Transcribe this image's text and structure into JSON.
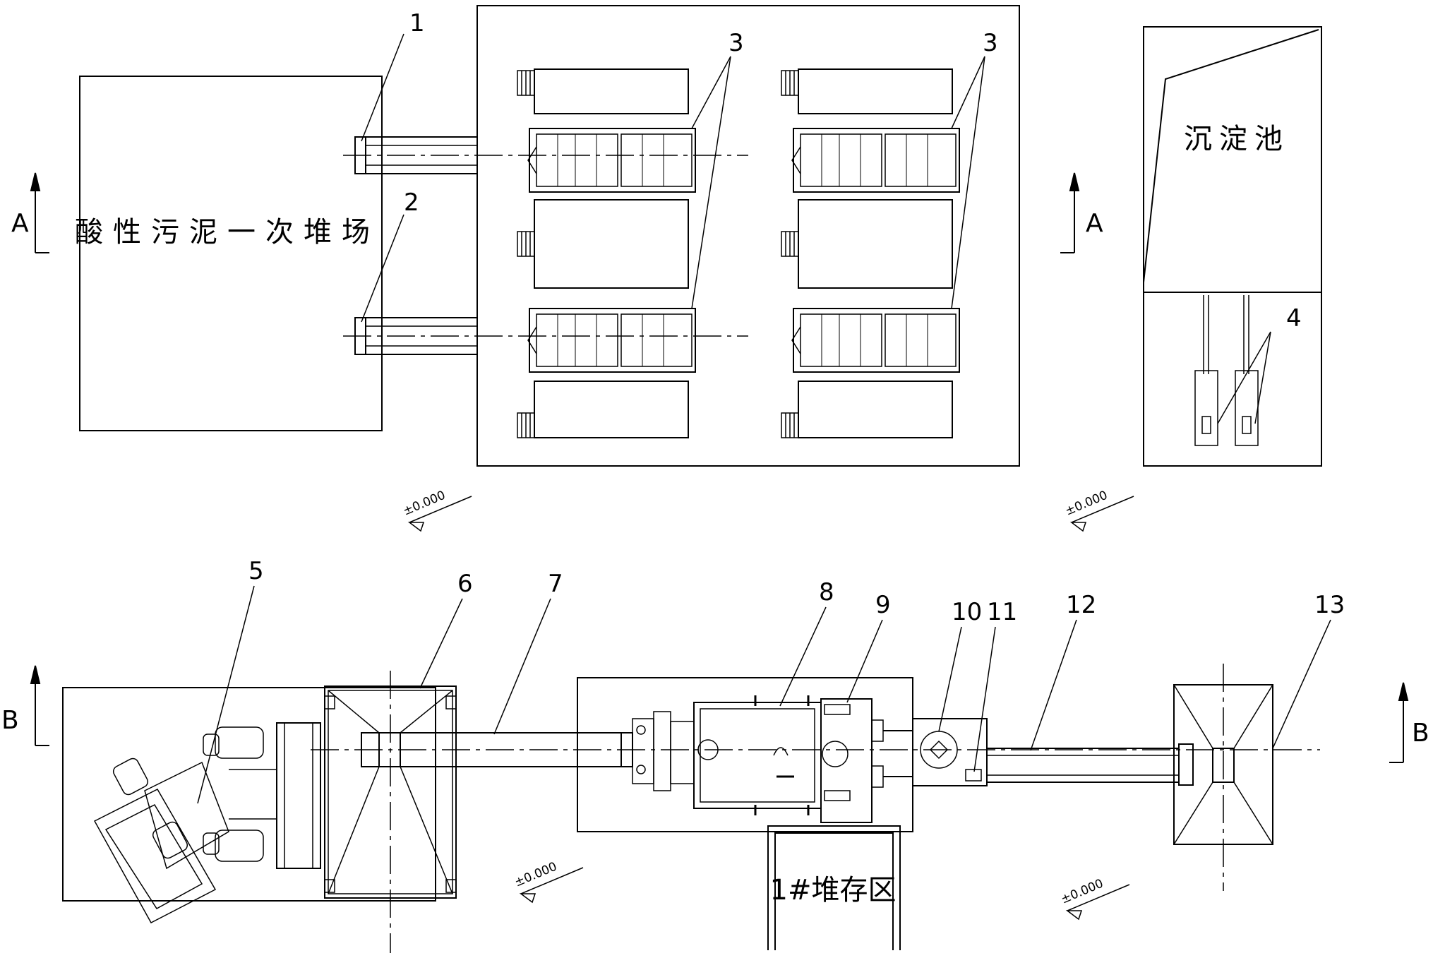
{
  "labels": {
    "yard": "酸性污泥一次堆场",
    "tank": "沉淀池",
    "storage": "1#堆存区",
    "elev1": "±0.000",
    "elev2": "±0.000",
    "elev3": "±0.000",
    "elev4": "±0.000"
  },
  "sections": {
    "a_left": "A",
    "a_right": "A",
    "b_left": "B",
    "b_right": "B"
  },
  "callouts": [
    "1",
    "2",
    "3",
    "3",
    "4",
    "5",
    "6",
    "7",
    "8",
    "9",
    "10",
    "11",
    "12",
    "13"
  ]
}
